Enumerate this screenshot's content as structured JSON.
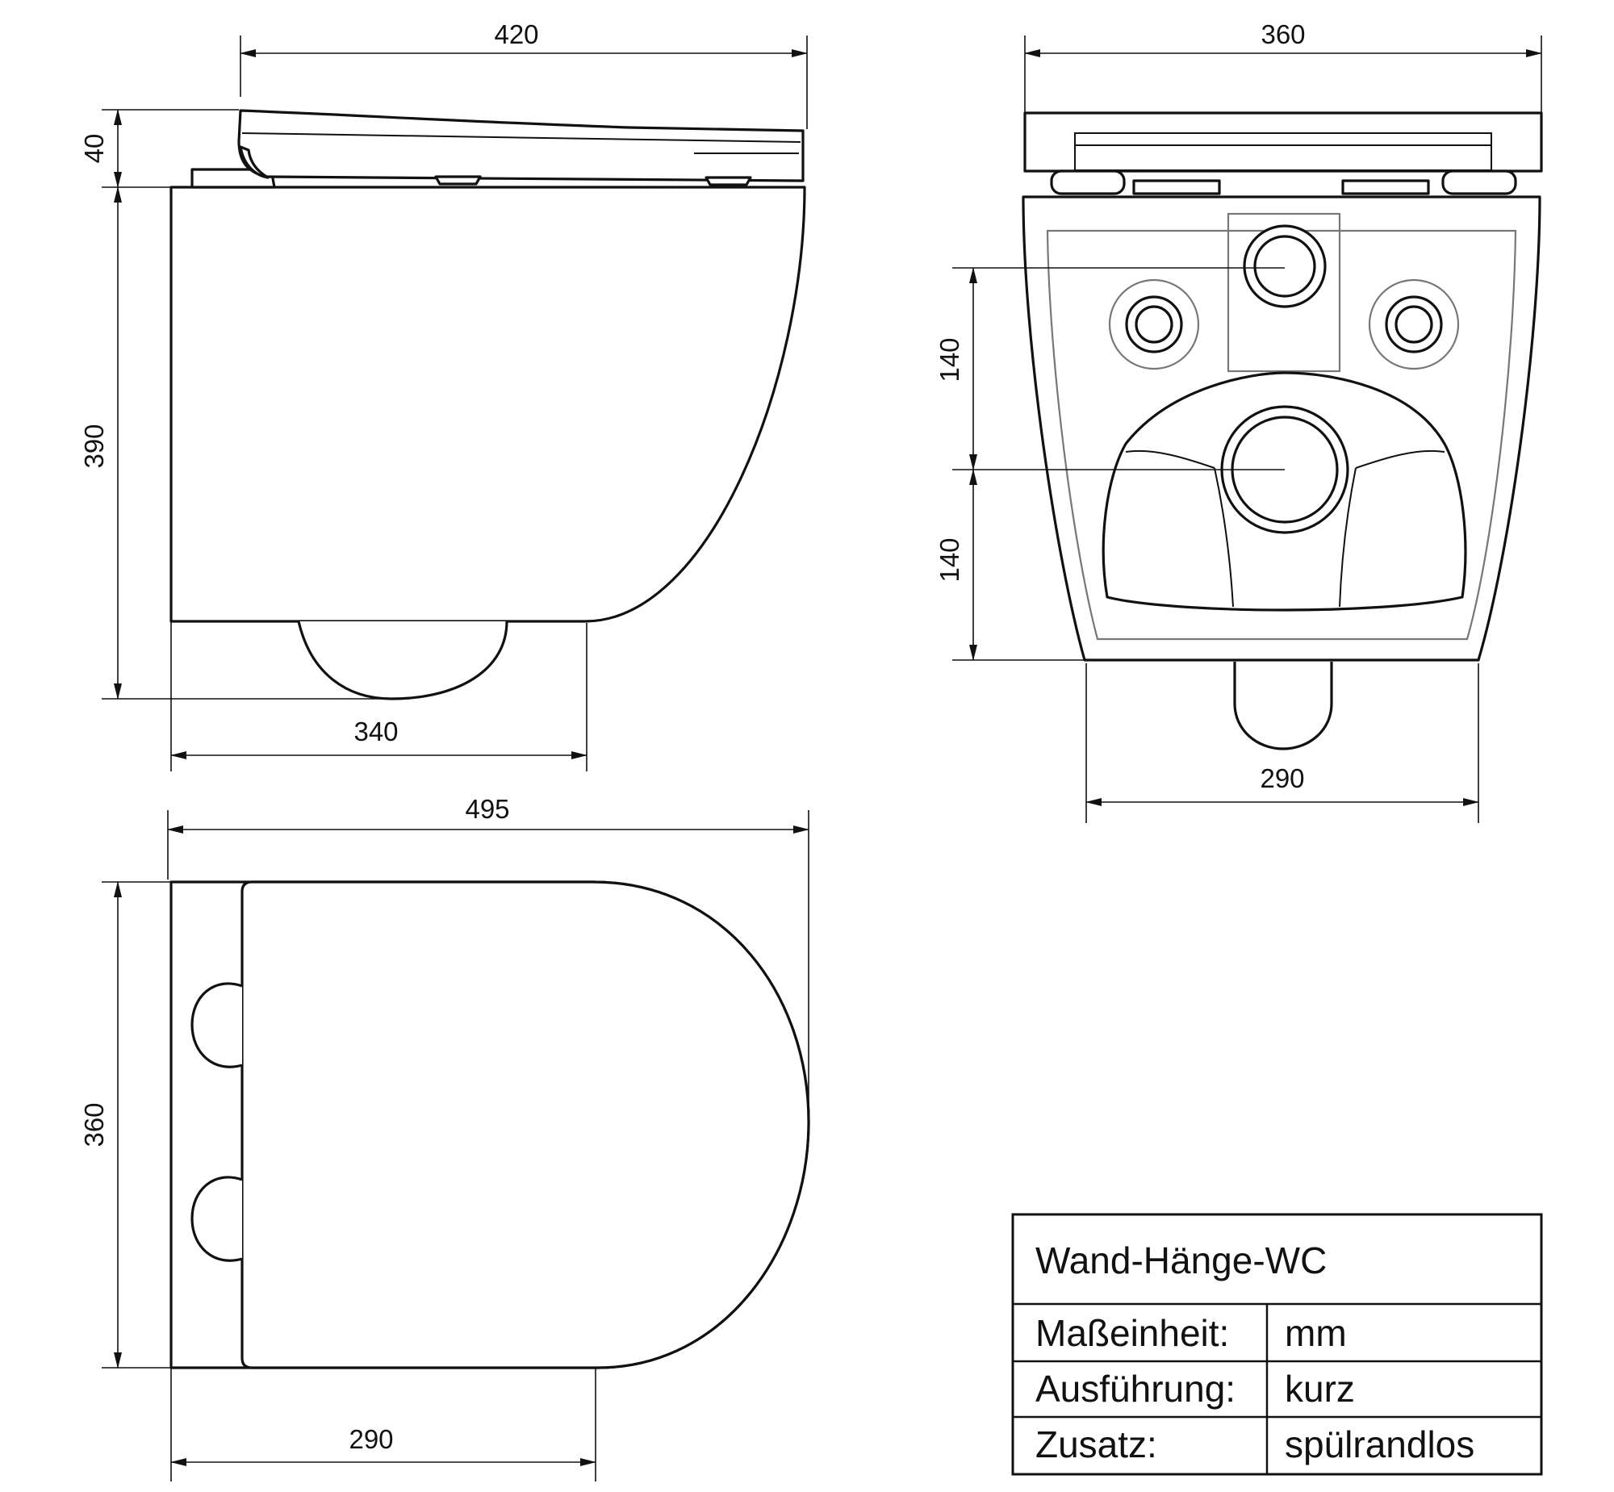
{
  "views": {
    "side": {
      "dims": {
        "overall_length": "420",
        "seat_thickness": "40",
        "bowl_height": "390",
        "fixing_depth": "340"
      }
    },
    "front": {
      "dims": {
        "width": "360",
        "upper_spacing": "140",
        "lower_spacing": "140",
        "base_width": "290"
      }
    },
    "top": {
      "dims": {
        "projection": "495",
        "width": "360",
        "fixing_depth": "290"
      }
    }
  },
  "title_block": {
    "title": "Wand-Hänge-WC",
    "rows": [
      {
        "label": "Maßeinheit:",
        "value": "mm"
      },
      {
        "label": "Ausführung:",
        "value": "kurz"
      },
      {
        "label": "Zusatz:",
        "value": "spülrandlos"
      }
    ]
  }
}
